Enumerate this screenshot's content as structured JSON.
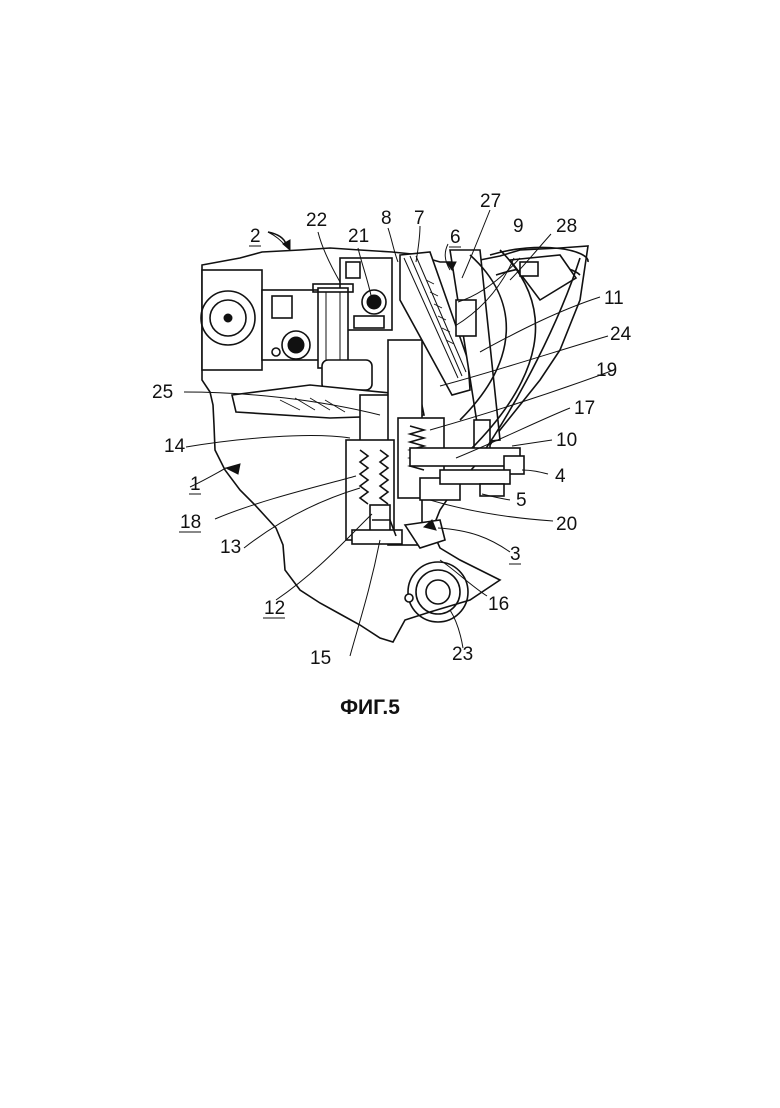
{
  "figure": {
    "caption": "ФИГ.5",
    "labels": {
      "l1": "1",
      "l2": "2",
      "l3": "3",
      "l4": "4",
      "l5": "5",
      "l6": "6",
      "l7": "7",
      "l8": "8",
      "l9": "9",
      "l10": "10",
      "l11": "11",
      "l12": "12",
      "l13": "13",
      "l14": "14",
      "l15": "15",
      "l16": "16",
      "l17": "17",
      "l18": "18",
      "l19": "19",
      "l20": "20",
      "l21": "21",
      "l22": "22",
      "l23": "23",
      "l24": "24",
      "l25": "25",
      "l27": "27",
      "l28": "28"
    }
  }
}
